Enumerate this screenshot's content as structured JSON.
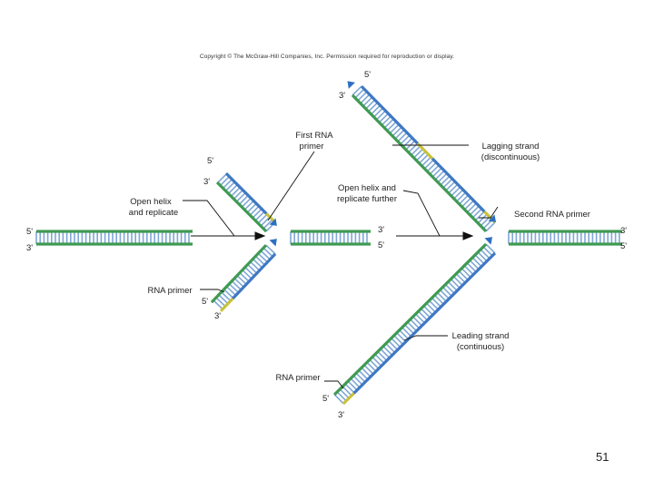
{
  "copyright": "Copyright © The McGraw-Hill Companies, Inc. Permission required for reproduction or display.",
  "page_number": "51",
  "labels": {
    "first_rna_primer": [
      "First RNA",
      "primer"
    ],
    "lagging_strand": [
      "Lagging strand",
      "(discontinuous)"
    ],
    "open_helix_replicate": [
      "Open helix",
      "and replicate"
    ],
    "open_helix_further": [
      "Open helix and",
      "replicate further"
    ],
    "second_rna_primer": "Second RNA primer",
    "rna_primer_left": "RNA primer",
    "leading_strand": [
      "Leading strand",
      "(continuous)"
    ],
    "rna_primer_bottom": "RNA primer"
  },
  "strand_ends": {
    "prime5": "5'",
    "prime3": "3'",
    "left_top": "5'",
    "left_bottom": "3'"
  },
  "colors": {
    "parent_strand": "#3f9a52",
    "new_strand": "#3f78c4",
    "primer": "#c9c23a",
    "rung": "#7fa7d6",
    "arrow": "#2e6fc2"
  }
}
